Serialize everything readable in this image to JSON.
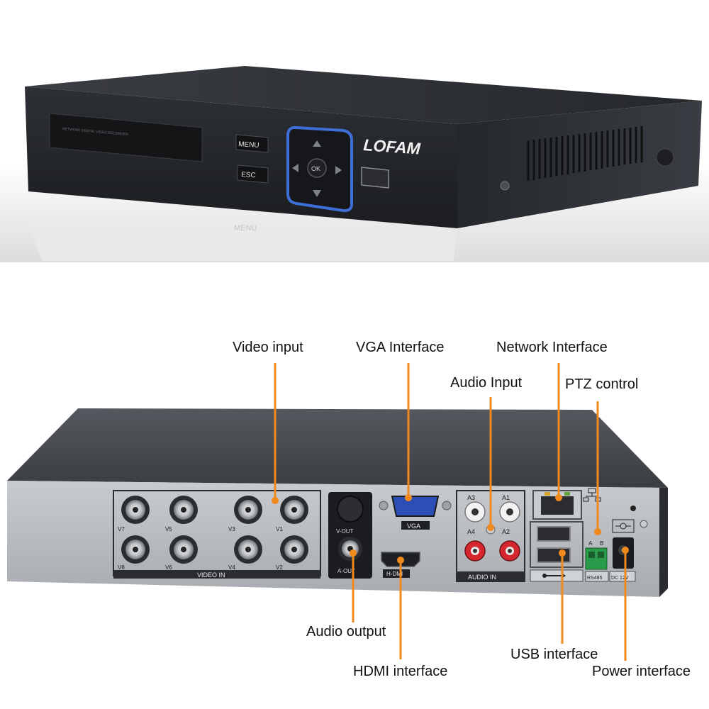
{
  "front_panel": {
    "brand": "LOFAM",
    "menu_label": "MENU",
    "esc_label": "ESC",
    "ok_label": "OK",
    "display_strip_text": "NETWORK DIGITAL VIDEO RECORDER",
    "reflection_text": "MENU"
  },
  "rear_panel": {
    "video_in_label": "VIDEO IN",
    "channels": [
      "V7",
      "V5",
      "V3",
      "V1",
      "V8",
      "V6",
      "V4",
      "V2"
    ],
    "v_out_label": "V-OUT",
    "a_out_label": "A-OUT",
    "vga_label": "VGA",
    "hdmi_label": "H-DMI",
    "audio_in_label": "AUDIO IN",
    "audio_channels": [
      "A3",
      "A1",
      "A4",
      "A2"
    ],
    "rs485_label": "RS485",
    "rs485_pins": [
      "A",
      "B"
    ],
    "dc_label": "DC 12V"
  },
  "callouts": {
    "video_input": "Video input",
    "vga_interface": "VGA Interface",
    "network_interface": "Network Interface",
    "audio_input": "Audio Input",
    "ptz_control": "PTZ control",
    "audio_output": "Audio output",
    "hdmi_interface": "HDMI interface",
    "usb_interface": "USB interface",
    "power_interface": "Power interface"
  },
  "colors": {
    "callout_line": "#f08a1c",
    "device_body": "#2b2e33",
    "rear_plate": "#b8bcc0",
    "nav_ring": "#3d6fd6"
  }
}
